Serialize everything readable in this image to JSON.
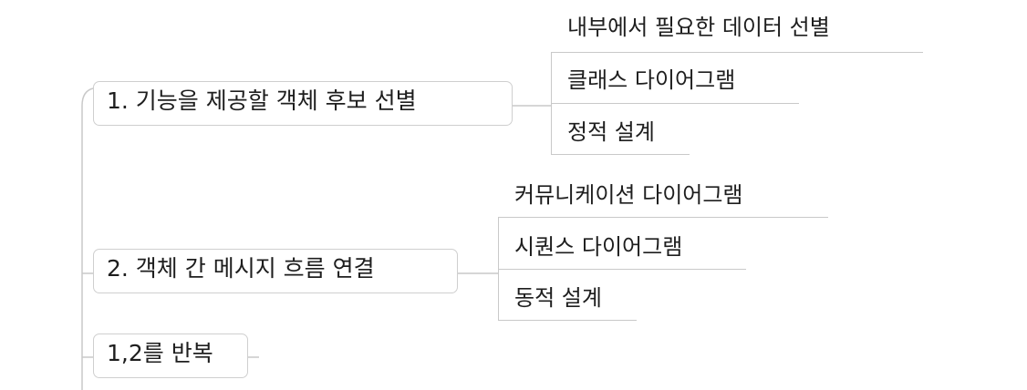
{
  "mindmap": {
    "branches": [
      {
        "label": "1. 기능을 제공할 객체 후보 선별",
        "children": [
          "내부에서 필요한 데이터 선별",
          "클래스 다이어그램",
          "정적 설계"
        ]
      },
      {
        "label": "2. 객체 간 메시지 흐름 연결",
        "children": [
          "커뮤니케이션 다이어그램",
          "시퀀스 다이어그램",
          "동적 설계"
        ]
      },
      {
        "label": "1,2를 반복",
        "children": []
      }
    ]
  },
  "colors": {
    "connector": "#c9c9c9",
    "box_border": "#cfcfcf",
    "text": "#1e1e1e"
  }
}
